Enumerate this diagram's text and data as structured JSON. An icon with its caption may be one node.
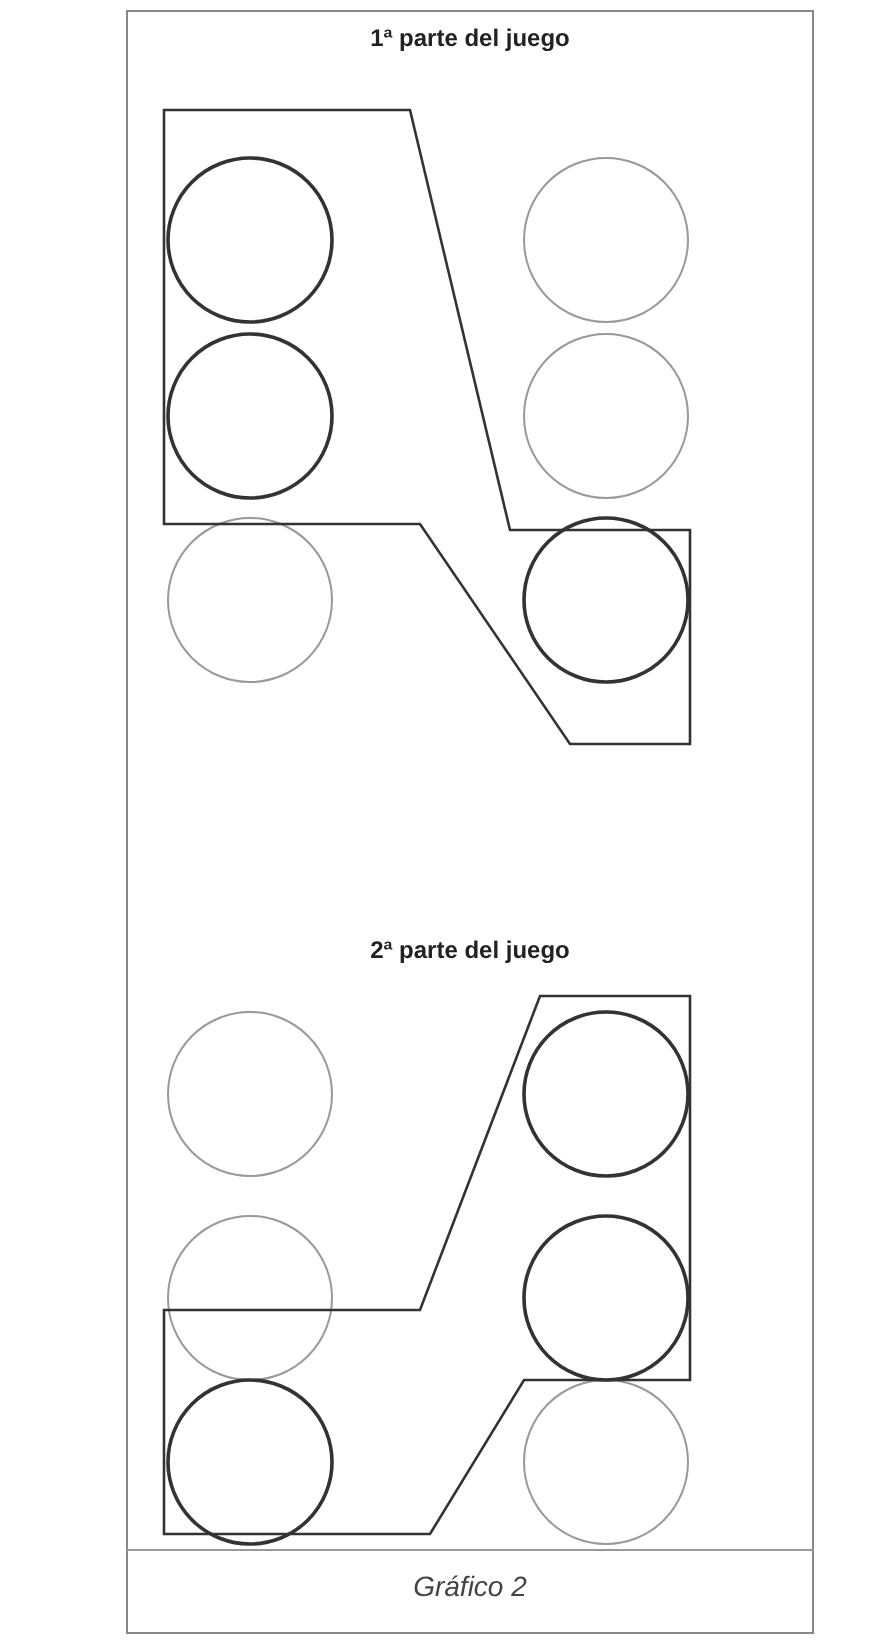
{
  "diagram": {
    "caption": "Gráfico 2",
    "labels": [
      "1ª parte del juego",
      "2ª parte del juego"
    ]
  }
}
